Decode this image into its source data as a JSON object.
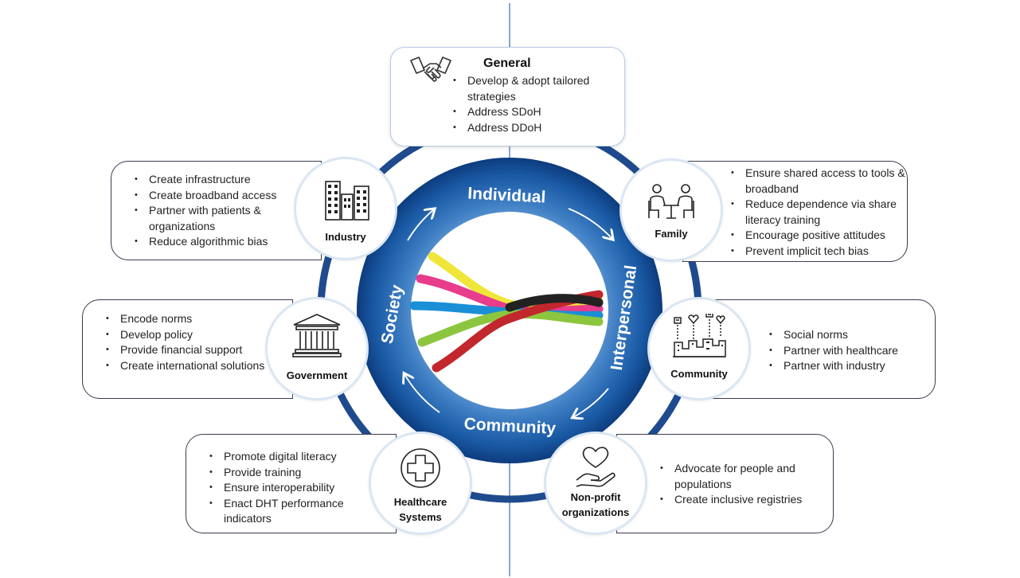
{
  "ring_labels": {
    "individual": "Individual",
    "interpersonal": "Interpersonal",
    "community": "Community",
    "society": "Society"
  },
  "general": {
    "title": "General",
    "icon": "handshake-icon",
    "items": [
      "Develop & adopt tailored strategies",
      "Address SDoH",
      "Address DDoH"
    ]
  },
  "industry": {
    "label": "Industry",
    "icon": "buildings-icon",
    "items": [
      "Create infrastructure",
      "Create broadband access",
      "Partner with patients & organizations",
      "Reduce algorithmic bias"
    ]
  },
  "family": {
    "label": "Family",
    "icon": "people-at-table-icon",
    "items": [
      "Ensure shared access to tools & broadband",
      "Reduce dependence via share literacy training",
      "Encourage positive attitudes",
      "Prevent implicit tech bias"
    ]
  },
  "government": {
    "label": "Government",
    "icon": "government-building-icon",
    "items": [
      "Encode norms",
      "Develop policy",
      "Provide financial support",
      "Create international solutions"
    ]
  },
  "community": {
    "label": "Community",
    "icon": "community-city-icon",
    "items": [
      "Social norms",
      "Partner with healthcare",
      "Partner with industry"
    ]
  },
  "healthcare": {
    "label_line1": "Healthcare",
    "label_line2": "Systems",
    "icon": "medical-cross-icon",
    "items": [
      "Promote digital literacy",
      "Provide training",
      "Ensure interoperability",
      "Enact DHT performance indicators"
    ]
  },
  "nonprofit": {
    "label_line1": "Non-profit",
    "label_line2": "organizations",
    "icon": "heart-in-hand-icon",
    "items": [
      "Advocate for people and populations",
      "Create inclusive registries"
    ]
  },
  "colors": {
    "ring_dark": "#0d3c7e",
    "ring_light": "#3f7fc4",
    "outer_ring": "#1f4b8e",
    "rope_colors": [
      "#f0e63a",
      "#e83c8c",
      "#1a8fd6",
      "#8cc63f",
      "#c2272d",
      "#222222"
    ]
  }
}
